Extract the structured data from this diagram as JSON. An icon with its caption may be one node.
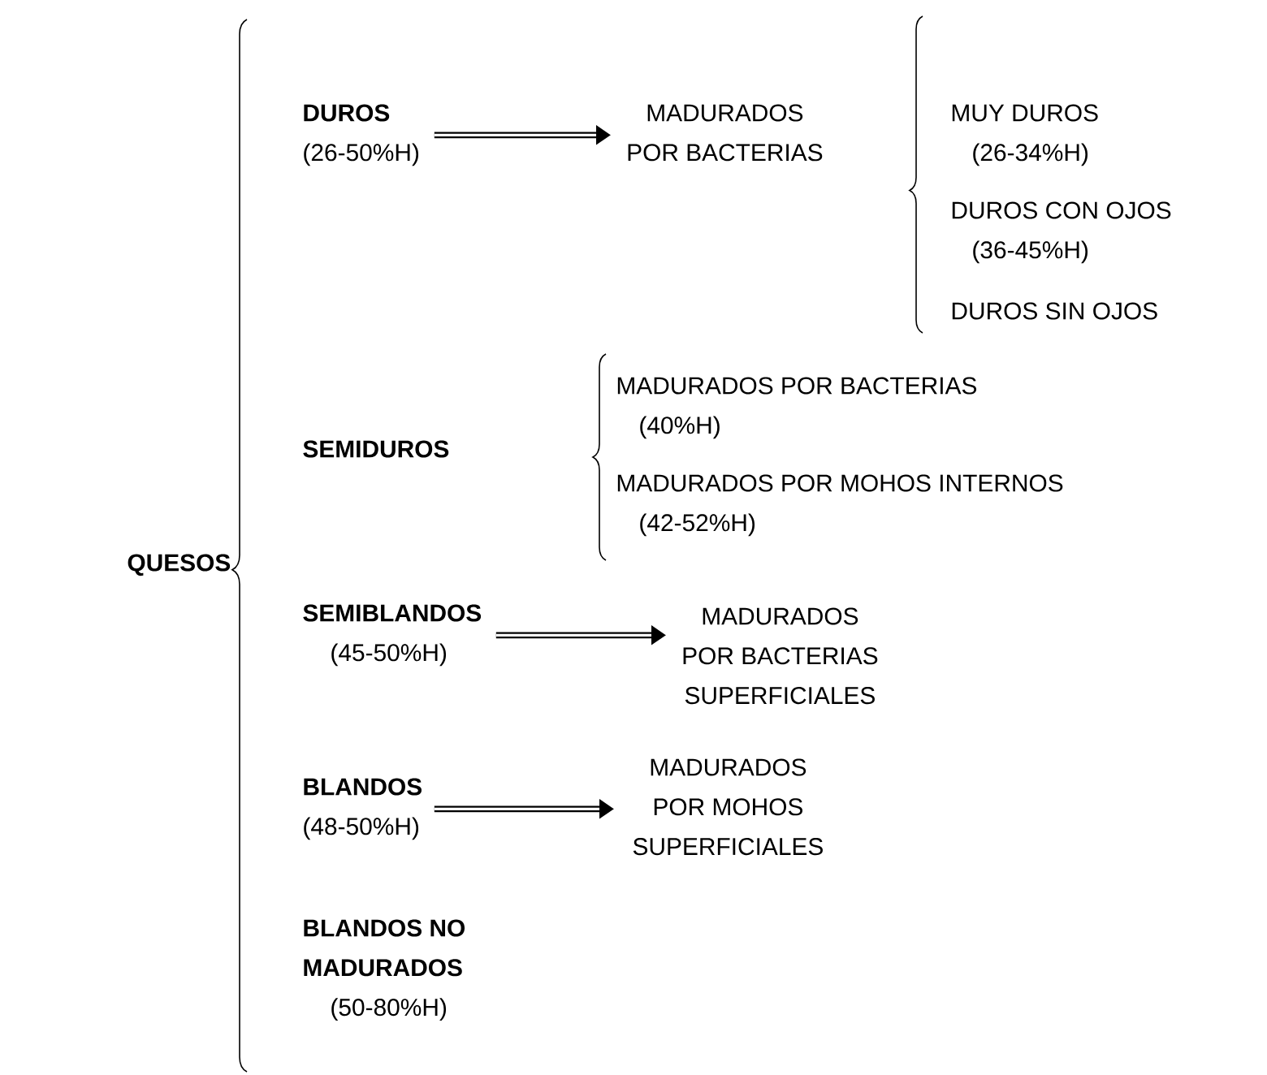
{
  "diagram": {
    "nodes": [
      {
        "text": [
          "QUESOS"
        ]
      },
      {
        "text": [
          "DUROS",
          "(26-50%H)"
        ]
      },
      {
        "text": [
          "MADURADOS POR BACTERIAS"
        ]
      },
      {
        "text": [
          "MUY DUROS",
          "(26-34%H)"
        ]
      },
      {
        "text": [
          "DUROS CON OJOS",
          "(36-45%H)"
        ]
      },
      {
        "text": [
          "DUROS SIN OJOS"
        ]
      },
      {
        "text": [
          "SEMIDUROS"
        ]
      },
      {
        "text": [
          "MADURADOS POR BACTERIAS",
          "(40%H)"
        ]
      },
      {
        "text": [
          "MADURADOS POR MOHOS INTERNOS",
          "(42-52%H)"
        ]
      },
      {
        "text": [
          "SEMIBLANDOS",
          "(45-50%H)"
        ]
      },
      {
        "text": [
          "MADURADOS POR BACTERIAS SUPERFICIALES"
        ]
      },
      {
        "text": [
          "BLANDOS",
          "(48-50%H)"
        ]
      },
      {
        "text": [
          "MADURADOS POR MOHOS SUPERFICIALES"
        ]
      },
      {
        "text": [
          "BLANDOS NO MADURADOS",
          "(50-80%H)"
        ]
      }
    ],
    "edges": [
      {
        "from": 1,
        "to": 2,
        "arrow": "to"
      },
      {
        "from": 9,
        "to": 10,
        "arrow": "to"
      },
      {
        "from": 11,
        "to": 12,
        "arrow": "to"
      }
    ]
  }
}
